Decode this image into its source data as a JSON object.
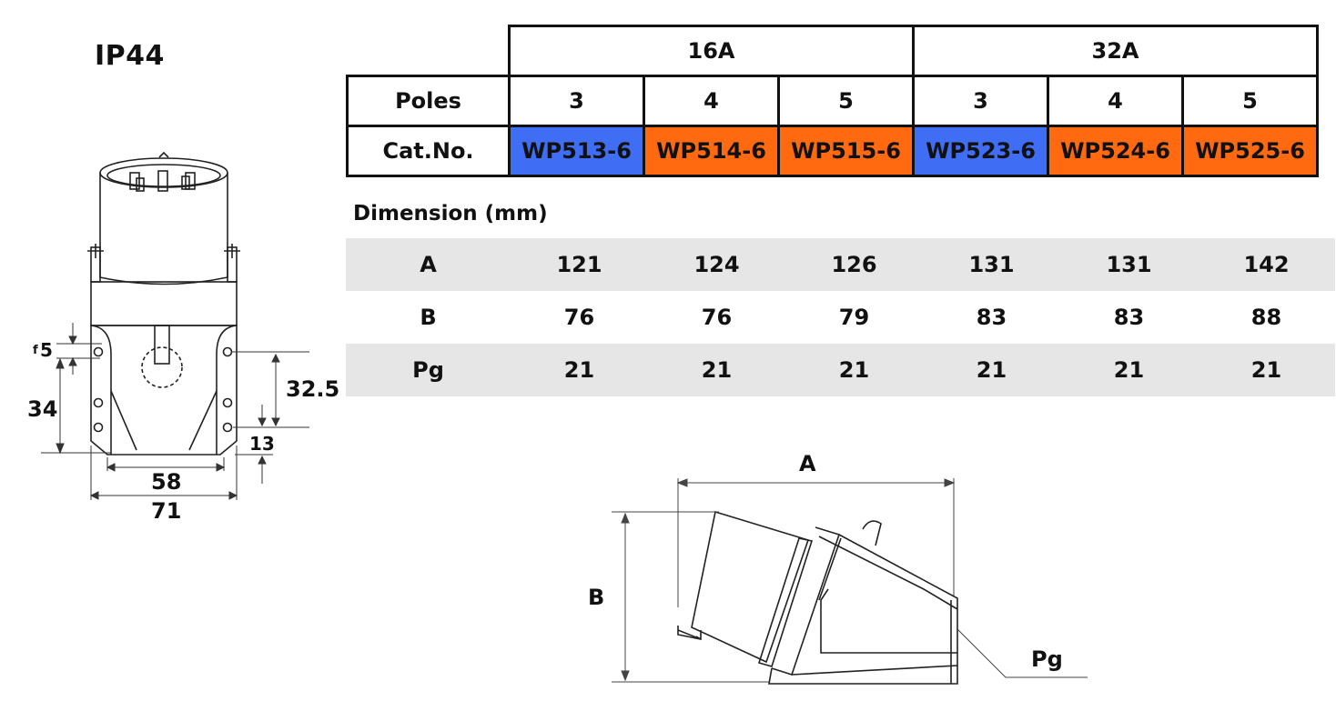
{
  "title": "IP44",
  "table": {
    "amp_groups": [
      "16A",
      "32A"
    ],
    "poles_label": "Poles",
    "poles": [
      "3",
      "4",
      "5",
      "3",
      "4",
      "5"
    ],
    "cat_label": "Cat.No.",
    "cat_numbers": [
      {
        "value": "WP513-6",
        "color": "#3f6df3"
      },
      {
        "value": "WP514-6",
        "color": "#ff6a10"
      },
      {
        "value": "WP515-6",
        "color": "#ff6a10"
      },
      {
        "value": "WP523-6",
        "color": "#3f6df3"
      },
      {
        "value": "WP524-6",
        "color": "#ff6a10"
      },
      {
        "value": "WP525-6",
        "color": "#ff6a10"
      }
    ]
  },
  "dimensions": {
    "title": "Dimension (mm)",
    "rows": [
      {
        "label": "A",
        "values": [
          "121",
          "124",
          "126",
          "131",
          "131",
          "142"
        ]
      },
      {
        "label": "B",
        "values": [
          "76",
          "76",
          "79",
          "83",
          "83",
          "88"
        ]
      },
      {
        "label": "Pg",
        "values": [
          "21",
          "21",
          "21",
          "21",
          "21",
          "21"
        ]
      }
    ]
  },
  "front_drawing": {
    "labels": {
      "f": "f",
      "d5": "5",
      "d34": "34",
      "d32_5": "32.5",
      "d13": "13",
      "d58": "58",
      "d71": "71"
    }
  },
  "side_drawing": {
    "labels": {
      "a": "A",
      "b": "B",
      "pg": "Pg"
    }
  }
}
